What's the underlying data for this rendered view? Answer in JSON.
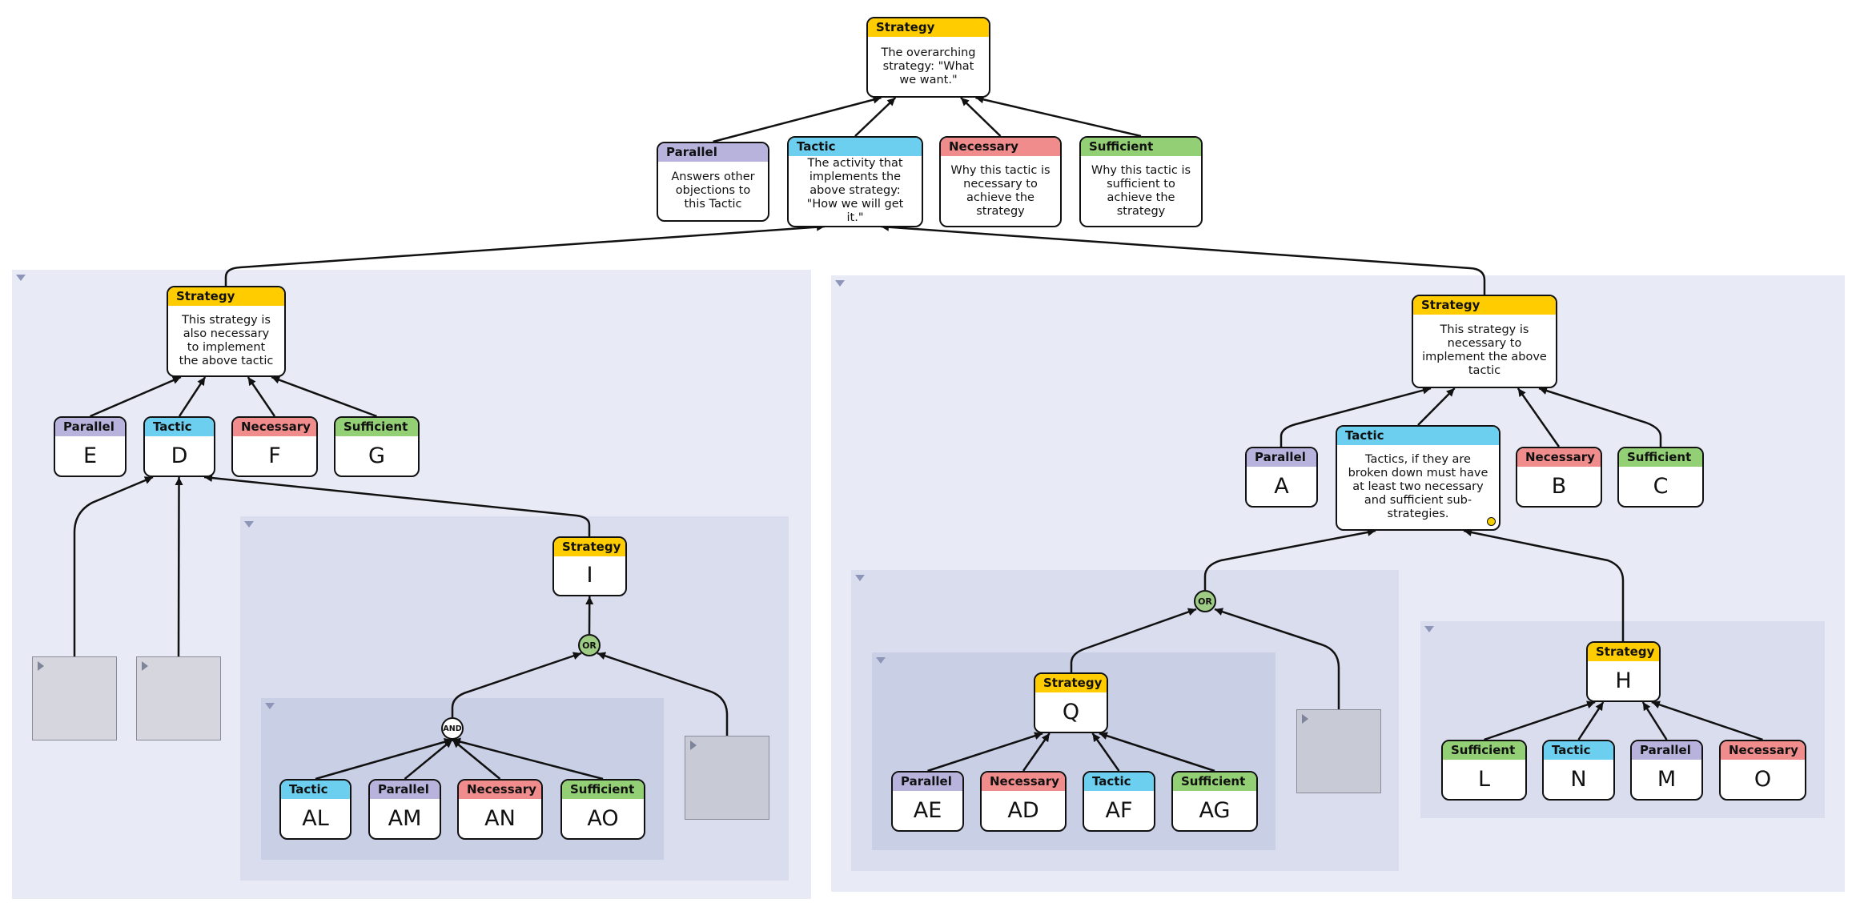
{
  "colors": {
    "strategy": "#ffcc00",
    "tactic": "#6dcff0",
    "parallel": "#b7b3dd",
    "necessary": "#f08c8c",
    "sufficient": "#93cf75",
    "or_connector": "#9fcc85",
    "and_connector": "#ffffff"
  },
  "diagram": {
    "nodes": [
      {
        "id": "root",
        "type": "strategy",
        "label": "Strategy",
        "text": "The overarching strategy: \"What we want.\""
      },
      {
        "id": "legend_parallel",
        "type": "parallel",
        "label": "Parallel",
        "text": "Answers other objections to this Tactic"
      },
      {
        "id": "legend_tactic",
        "type": "tactic",
        "label": "Tactic",
        "text": "The activity that implements the above strategy: \"How we will get it.\""
      },
      {
        "id": "legend_necessary",
        "type": "necessary",
        "label": "Necessary",
        "text": "Why this tactic is necessary to achieve the strategy"
      },
      {
        "id": "legend_sufficient",
        "type": "sufficient",
        "label": "Sufficient",
        "text": "Why this tactic is sufficient to achieve the strategy"
      },
      {
        "id": "s_left",
        "type": "strategy",
        "label": "Strategy",
        "text": "This strategy is also necessary to implement the above tactic"
      },
      {
        "id": "E",
        "type": "parallel",
        "label": "Parallel",
        "text": "E"
      },
      {
        "id": "D",
        "type": "tactic",
        "label": "Tactic",
        "text": "D"
      },
      {
        "id": "F",
        "type": "necessary",
        "label": "Necessary",
        "text": "F"
      },
      {
        "id": "G",
        "type": "sufficient",
        "label": "Sufficient",
        "text": "G"
      },
      {
        "id": "I",
        "type": "strategy",
        "label": "Strategy",
        "text": "I"
      },
      {
        "id": "AL",
        "type": "tactic",
        "label": "Tactic",
        "text": "AL"
      },
      {
        "id": "AM",
        "type": "parallel",
        "label": "Parallel",
        "text": "AM"
      },
      {
        "id": "AN",
        "type": "necessary",
        "label": "Necessary",
        "text": "AN"
      },
      {
        "id": "AO",
        "type": "sufficient",
        "label": "Sufficient",
        "text": "AO"
      },
      {
        "id": "s_right",
        "type": "strategy",
        "label": "Strategy",
        "text": "This strategy is necessary to implement the above tactic"
      },
      {
        "id": "A",
        "type": "parallel",
        "label": "Parallel",
        "text": "A"
      },
      {
        "id": "t_right",
        "type": "tactic",
        "label": "Tactic",
        "text": "Tactics, if they are broken down must have at least two necessary and sufficient sub-strategies.",
        "note": true
      },
      {
        "id": "B",
        "type": "necessary",
        "label": "Necessary",
        "text": "B"
      },
      {
        "id": "C",
        "type": "sufficient",
        "label": "Sufficient",
        "text": "C"
      },
      {
        "id": "Q",
        "type": "strategy",
        "label": "Strategy",
        "text": "Q"
      },
      {
        "id": "AE",
        "type": "parallel",
        "label": "Parallel",
        "text": "AE"
      },
      {
        "id": "AD",
        "type": "necessary",
        "label": "Necessary",
        "text": "AD"
      },
      {
        "id": "AF",
        "type": "tactic",
        "label": "Tactic",
        "text": "AF"
      },
      {
        "id": "AG",
        "type": "sufficient",
        "label": "Sufficient",
        "text": "AG"
      },
      {
        "id": "H",
        "type": "strategy",
        "label": "Strategy",
        "text": "H"
      },
      {
        "id": "L",
        "type": "sufficient",
        "label": "Sufficient",
        "text": "L"
      },
      {
        "id": "N",
        "type": "tactic",
        "label": "Tactic",
        "text": "N"
      },
      {
        "id": "M",
        "type": "parallel",
        "label": "Parallel",
        "text": "M"
      },
      {
        "id": "O",
        "type": "necessary",
        "label": "Necessary",
        "text": "O"
      }
    ],
    "connectors": [
      {
        "id": "or_left",
        "kind": "or",
        "label": "OR"
      },
      {
        "id": "and_left",
        "kind": "and",
        "label": "AND"
      },
      {
        "id": "or_right",
        "kind": "or",
        "label": "OR"
      }
    ],
    "placeholders": [
      {
        "id": "ph1"
      },
      {
        "id": "ph2"
      },
      {
        "id": "ph3"
      },
      {
        "id": "ph4"
      }
    ],
    "edges": [
      {
        "from": "legend_parallel",
        "to": "root"
      },
      {
        "from": "legend_tactic",
        "to": "root"
      },
      {
        "from": "legend_necessary",
        "to": "root"
      },
      {
        "from": "legend_sufficient",
        "to": "root"
      },
      {
        "from": "s_left",
        "to": "legend_tactic"
      },
      {
        "from": "s_right",
        "to": "legend_tactic"
      },
      {
        "from": "E",
        "to": "s_left"
      },
      {
        "from": "D",
        "to": "s_left"
      },
      {
        "from": "F",
        "to": "s_left"
      },
      {
        "from": "G",
        "to": "s_left"
      },
      {
        "from": "ph1",
        "to": "D"
      },
      {
        "from": "ph2",
        "to": "D"
      },
      {
        "from": "I",
        "to": "D"
      },
      {
        "from": "or_left",
        "to": "I"
      },
      {
        "from": "and_left",
        "to": "or_left"
      },
      {
        "from": "ph3",
        "to": "or_left"
      },
      {
        "from": "AL",
        "to": "and_left"
      },
      {
        "from": "AM",
        "to": "and_left"
      },
      {
        "from": "AN",
        "to": "and_left"
      },
      {
        "from": "AO",
        "to": "and_left"
      },
      {
        "from": "A",
        "to": "s_right"
      },
      {
        "from": "t_right",
        "to": "s_right"
      },
      {
        "from": "B",
        "to": "s_right"
      },
      {
        "from": "C",
        "to": "s_right"
      },
      {
        "from": "or_right",
        "to": "t_right"
      },
      {
        "from": "H",
        "to": "t_right"
      },
      {
        "from": "Q",
        "to": "or_right"
      },
      {
        "from": "ph4",
        "to": "or_right"
      },
      {
        "from": "AE",
        "to": "Q"
      },
      {
        "from": "AD",
        "to": "Q"
      },
      {
        "from": "AF",
        "to": "Q"
      },
      {
        "from": "AG",
        "to": "Q"
      },
      {
        "from": "L",
        "to": "H"
      },
      {
        "from": "N",
        "to": "H"
      },
      {
        "from": "M",
        "to": "H"
      },
      {
        "from": "O",
        "to": "H"
      }
    ]
  }
}
